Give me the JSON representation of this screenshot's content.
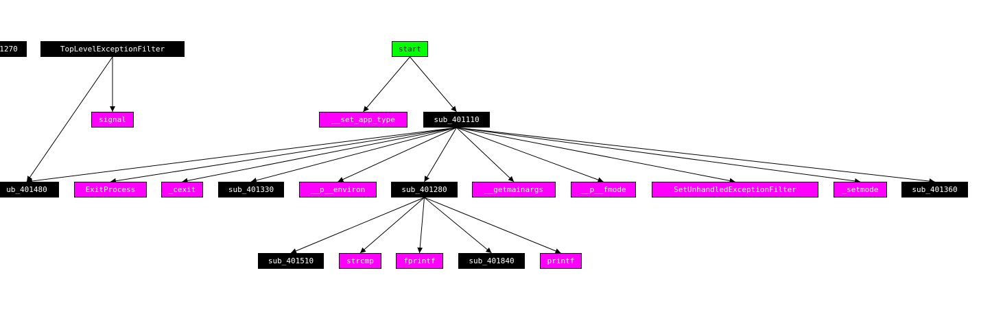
{
  "graph": {
    "colors": {
      "start": "#00ff00",
      "import": "#ff00ff",
      "func": "#000000",
      "edge": "#000000",
      "background": "#ffffff"
    },
    "nodes": [
      {
        "id": "sub_401270",
        "label": "1270",
        "kind": "func"
      },
      {
        "id": "TopLevelExceptionFilter",
        "label": "TopLevelExceptionFilter",
        "kind": "func"
      },
      {
        "id": "start",
        "label": "start",
        "kind": "start"
      },
      {
        "id": "signal",
        "label": "signal",
        "kind": "import"
      },
      {
        "id": "__set_app_type",
        "label": "__set_app_type",
        "kind": "import"
      },
      {
        "id": "sub_401110",
        "label": "sub_401110",
        "kind": "func"
      },
      {
        "id": "sub_401480",
        "label": "ub_401480",
        "kind": "func"
      },
      {
        "id": "ExitProcess",
        "label": "ExitProcess",
        "kind": "import"
      },
      {
        "id": "_cexit",
        "label": "_cexit",
        "kind": "import"
      },
      {
        "id": "sub_401330",
        "label": "sub_401330",
        "kind": "func"
      },
      {
        "id": "__p__environ",
        "label": "__p__environ",
        "kind": "import"
      },
      {
        "id": "sub_401280",
        "label": "sub_401280",
        "kind": "func"
      },
      {
        "id": "__getmainargs",
        "label": "__getmainargs",
        "kind": "import"
      },
      {
        "id": "__p__fmode",
        "label": "__p__fmode",
        "kind": "import"
      },
      {
        "id": "SetUnhandledExceptionFilter",
        "label": "SetUnhandledExceptionFilter",
        "kind": "import"
      },
      {
        "id": "_setmode",
        "label": "_setmode",
        "kind": "import"
      },
      {
        "id": "sub_401360",
        "label": "sub_401360",
        "kind": "func"
      },
      {
        "id": "sub_401510",
        "label": "sub_401510",
        "kind": "func"
      },
      {
        "id": "strcmp",
        "label": "strcmp",
        "kind": "import"
      },
      {
        "id": "fprintf",
        "label": "fprintf",
        "kind": "import"
      },
      {
        "id": "sub_401840",
        "label": "sub_401840",
        "kind": "func"
      },
      {
        "id": "printf",
        "label": "printf",
        "kind": "import"
      }
    ],
    "edges": [
      {
        "from": "TopLevelExceptionFilter",
        "to": "signal"
      },
      {
        "from": "TopLevelExceptionFilter",
        "to": "sub_401480"
      },
      {
        "from": "start",
        "to": "__set_app_type"
      },
      {
        "from": "start",
        "to": "sub_401110"
      },
      {
        "from": "sub_401110",
        "to": "sub_401480"
      },
      {
        "from": "sub_401110",
        "to": "ExitProcess"
      },
      {
        "from": "sub_401110",
        "to": "_cexit"
      },
      {
        "from": "sub_401110",
        "to": "sub_401330"
      },
      {
        "from": "sub_401110",
        "to": "__p__environ"
      },
      {
        "from": "sub_401110",
        "to": "sub_401280"
      },
      {
        "from": "sub_401110",
        "to": "__getmainargs"
      },
      {
        "from": "sub_401110",
        "to": "__p__fmode"
      },
      {
        "from": "sub_401110",
        "to": "SetUnhandledExceptionFilter"
      },
      {
        "from": "sub_401110",
        "to": "_setmode"
      },
      {
        "from": "sub_401110",
        "to": "sub_401360"
      },
      {
        "from": "sub_401280",
        "to": "sub_401510"
      },
      {
        "from": "sub_401280",
        "to": "strcmp"
      },
      {
        "from": "sub_401280",
        "to": "fprintf"
      },
      {
        "from": "sub_401280",
        "to": "sub_401840"
      },
      {
        "from": "sub_401280",
        "to": "printf"
      }
    ]
  }
}
